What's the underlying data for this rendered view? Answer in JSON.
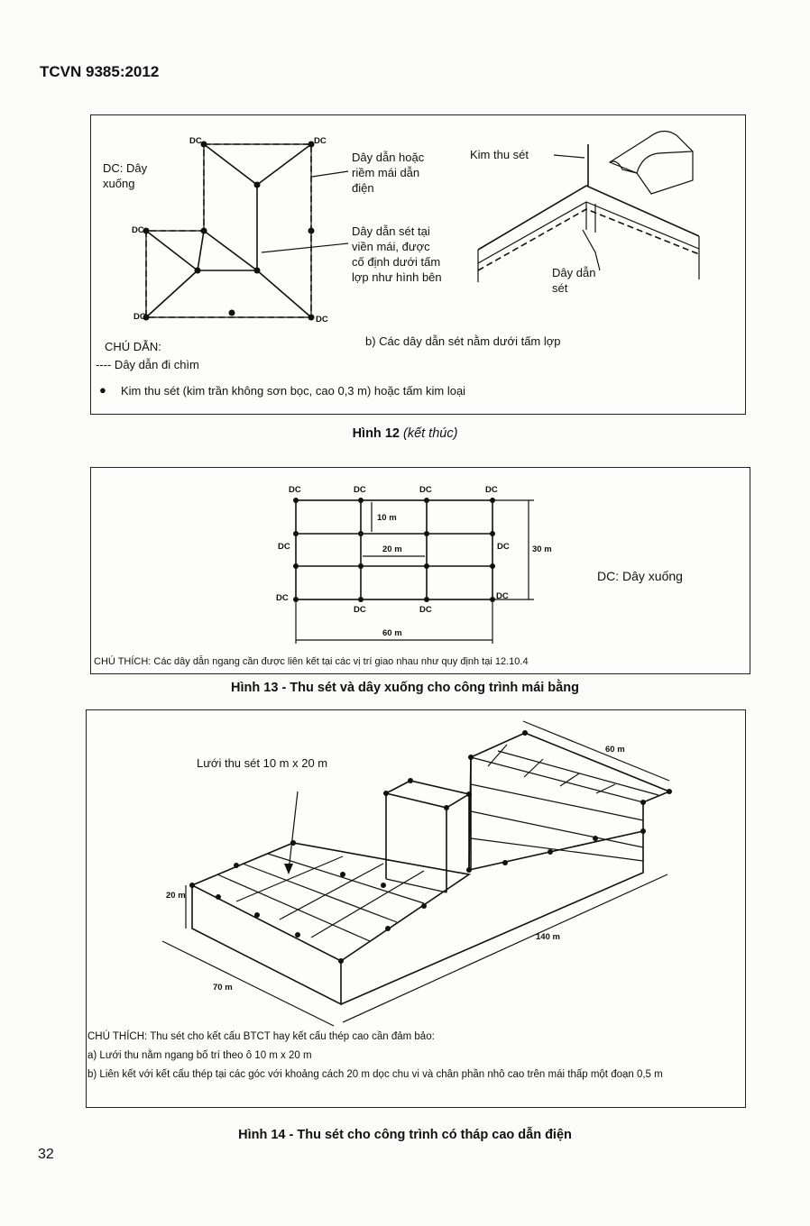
{
  "header": {
    "standard": "TCVN 9385:2012"
  },
  "page_number": "32",
  "fig12": {
    "dc_legend": "DC: Dây\nxuống",
    "dc": "DC",
    "callout_ridge": "Dây dẫn hoặc\nriềm mái dẫn\nđiện",
    "callout_eave": "Dây dẫn sét tại\nviền mái, được\ncố định dưới tấm\nlợp như hình bên",
    "kim_thu_set": "Kim thu sét",
    "day_dan_set": "Dây dẫn\nsét",
    "subcaption_b": "b) Các dây dẫn sét nằm dưới tấm lợp",
    "legend_title": "CHÚ DẪN:",
    "legend_dash": "---- Dây dẫn đi chìm",
    "legend_dot": "Kim thu sét (kim trần không sơn bọc, cao 0,3 m) hoặc tấm kim loại",
    "caption_main": "Hình 12",
    "caption_note": "(kết thúc)"
  },
  "fig13": {
    "dc": "DC",
    "dim_10": "10 m",
    "dim_20": "20 m",
    "dim_30": "30 m",
    "dim_60": "60 m",
    "dc_legend": "DC: Dây xuống",
    "note": "CHÚ THÍCH: Các dây dẫn ngang cần được liên kết tại các vị trí giao nhau như quy định tại 12.10.4",
    "caption": "Hình 13 - Thu sét và dây xuống cho công trình mái bằng"
  },
  "fig14": {
    "mesh_label": "Lưới thu sét 10 m x 20 m",
    "dim_60": "60 m",
    "dim_20": "20 m",
    "dim_140": "140 m",
    "dim_70": "70 m",
    "note_title": "CHÚ THÍCH: Thu sét cho kết cấu BTCT hay kết cấu thép cao cần đảm bảo:",
    "note_a": "a) Lưới thu nằm ngang bố trí theo ô 10 m x 20 m",
    "note_b": "b) Liên kết với kết cấu thép tại các góc với khoảng cách 20 m dọc chu vi và chân phần nhô cao trên mái thấp một đoạn 0,5 m",
    "caption": "Hình 14 - Thu sét cho công trình có tháp cao dẫn điện"
  }
}
